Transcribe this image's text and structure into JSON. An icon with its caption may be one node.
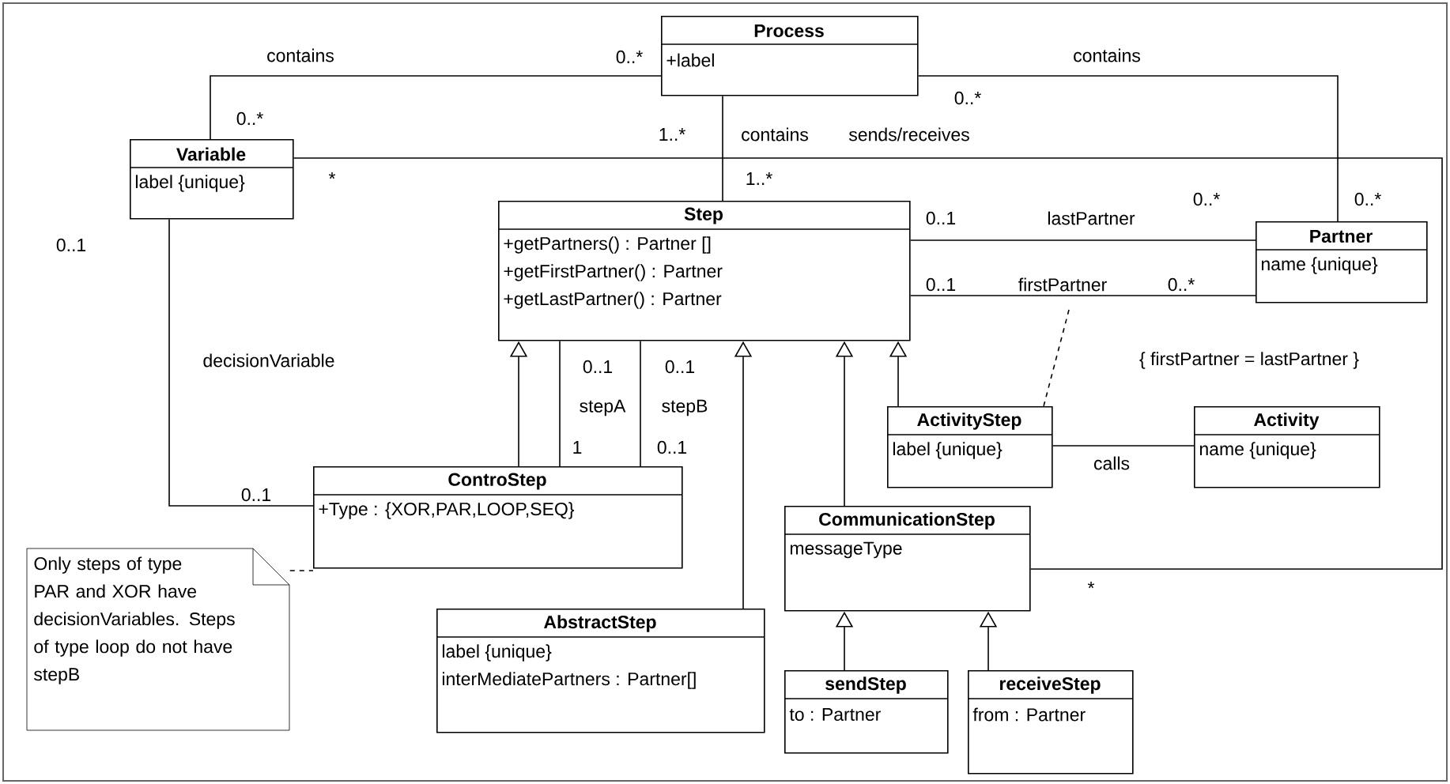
{
  "diagram": {
    "nodes": [
      {
        "text": [
          "Process",
          "+label"
        ]
      },
      {
        "text": [
          "Variable",
          "label {unique}"
        ]
      },
      {
        "text": [
          "Step",
          "+getPartners() : Partner []",
          "+getFirstPartner() : Partner",
          "+getLastPartner() : Partner"
        ]
      },
      {
        "text": [
          "Partner",
          "name {unique}"
        ]
      },
      {
        "text": [
          "ActivityStep",
          "label {unique}"
        ]
      },
      {
        "text": [
          "Activity",
          "name {unique}"
        ]
      },
      {
        "text": [
          "ControStep",
          "+Type : {XOR,PAR,LOOP,SEQ}"
        ]
      },
      {
        "text": [
          "Only steps of type PAR and XOR have decisionVariables. Steps of type loop do not have stepB"
        ]
      },
      {
        "text": [
          "CommunicationStep",
          "messageType"
        ]
      },
      {
        "text": [
          "AbstractStep",
          "label {unique}",
          "interMediatePartners : Partner[]"
        ]
      },
      {
        "text": [
          "sendStep",
          "to : Partner"
        ]
      },
      {
        "text": [
          "receiveStep",
          "from : Partner"
        ]
      }
    ],
    "edges": [
      {
        "from": 0,
        "to": 1,
        "arrow": "none",
        "label": "contains"
      },
      {
        "from": 0,
        "to": 3,
        "arrow": "none",
        "label": "contains"
      },
      {
        "from": 0,
        "to": 2,
        "arrow": "none",
        "label": "contains"
      },
      {
        "from": 1,
        "to": 8,
        "arrow": "none",
        "label": "sends/receives"
      },
      {
        "from": 2,
        "to": 3,
        "arrow": "none",
        "label": "lastPartner"
      },
      {
        "from": 2,
        "to": 3,
        "arrow": "none",
        "label": "firstPartner"
      },
      {
        "from": 1,
        "to": 6,
        "arrow": "none",
        "label": "decisionVariable"
      },
      {
        "from": 6,
        "to": 2,
        "arrow": "to"
      },
      {
        "from": 6,
        "to": 2,
        "arrow": "none",
        "label": "stepA"
      },
      {
        "from": 6,
        "to": 2,
        "arrow": "none",
        "label": "stepB"
      },
      {
        "from": 9,
        "to": 2,
        "arrow": "to"
      },
      {
        "from": 8,
        "to": 2,
        "arrow": "to"
      },
      {
        "from": 4,
        "to": 2,
        "arrow": "to"
      },
      {
        "from": 4,
        "to": 5,
        "arrow": "none",
        "label": "calls"
      },
      {
        "from": 10,
        "to": 8,
        "arrow": "to"
      },
      {
        "from": 11,
        "to": 8,
        "arrow": "to"
      },
      {
        "from": 7,
        "to": 6,
        "arrow": "none",
        "style": "dashed"
      },
      {
        "from": null,
        "to": 4,
        "arrow": "none",
        "style": "dashed"
      }
    ],
    "labels": [
      "0..*",
      "0..*",
      "0..*",
      "1..*",
      "1..*",
      "*",
      "0..*",
      "0..*",
      "0..1",
      "0..1",
      "0..1",
      "0..*",
      "0..1",
      "0..1",
      "{ firstPartner = lastPartner }",
      "1",
      "0..1",
      "0..1",
      "*"
    ]
  }
}
